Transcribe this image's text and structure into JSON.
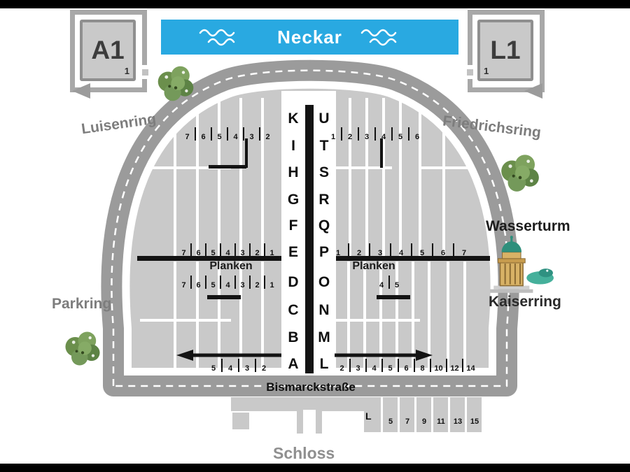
{
  "river": {
    "label": "Neckar"
  },
  "signs": {
    "left": {
      "label": "A1",
      "corner": "1"
    },
    "right": {
      "label": "L1",
      "corner": "1"
    }
  },
  "streets": {
    "luisenring": "Luisenring",
    "friedrichsring": "Friedrichsring",
    "parkring": "Parkring",
    "kaiserring": "Kaiserring",
    "bismarckstrasse": "Bismarckstraße",
    "planken_left": "Planken",
    "planken_right": "Planken"
  },
  "landmarks": {
    "wasserturm": "Wasserturm",
    "schloss": "Schloss",
    "schloss_block_letter": "L"
  },
  "grid": {
    "left_letters": [
      "K",
      "I",
      "H",
      "G",
      "F",
      "E",
      "D",
      "C",
      "B",
      "A"
    ],
    "right_letters": [
      "U",
      "T",
      "S",
      "R",
      "Q",
      "P",
      "O",
      "N",
      "M",
      "L"
    ]
  },
  "number_rows": {
    "top_left": [
      "7",
      "6",
      "5",
      "4",
      "3",
      "2"
    ],
    "top_right": [
      "1",
      "2",
      "3",
      "4",
      "5",
      "6"
    ],
    "mid_left": [
      "7",
      "6",
      "5",
      "4",
      "3",
      "2",
      "1"
    ],
    "mid_right": [
      "1",
      "2",
      "3",
      "4",
      "5",
      "6",
      "7"
    ],
    "lower_left": [
      "7",
      "6",
      "5",
      "4",
      "3",
      "2",
      "1"
    ],
    "lower_right": [
      "4",
      "5"
    ],
    "bottom_left": [
      "5",
      "4",
      "3",
      "2"
    ],
    "bottom_right": [
      "2",
      "3",
      "4",
      "5",
      "6",
      "8",
      "10",
      "12",
      "14"
    ],
    "schloss_block": [
      "5",
      "7",
      "9",
      "11",
      "13",
      "15"
    ]
  },
  "icons": {
    "wave": "water-wave",
    "tree": "tree",
    "wasserturm_tower": "water-tower",
    "one_way_left": "left-arrow",
    "one_way_right": "right-arrow",
    "sign_arrow": "left-triangle"
  },
  "colors": {
    "river_blue": "#29a9e1",
    "road_gray": "#9b9b9b",
    "block_gray": "#c9c9c9",
    "label_gray": "#7d7d7d",
    "text_dark": "#1a1a1a"
  }
}
